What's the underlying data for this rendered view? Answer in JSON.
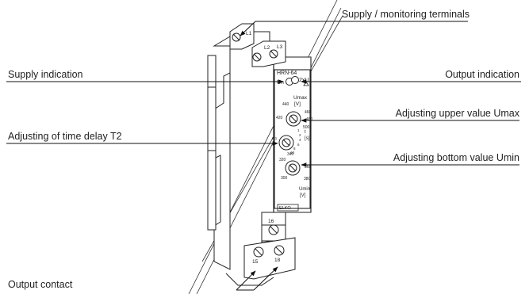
{
  "callouts": {
    "supply_terminals": "Supply / monitoring terminals",
    "supply_indication": "Supply indication",
    "output_indication": "Output indication",
    "upper_value": "Adjusting upper value Umax",
    "time_delay": "Adjusting of time delay T2",
    "bottom_value": "Adjusting bottom value Umin",
    "output_contact": "Output contact"
  },
  "device": {
    "model": "HRN-64",
    "terminals_top": [
      "L1",
      "L2",
      "L3"
    ],
    "terminals_bottom": [
      "16",
      "15",
      "18"
    ],
    "led_un": "Un",
    "led_out_top": "2xU",
    "umax_label": "Umax",
    "umax_unit": "[V]",
    "umax_scale": [
      "440",
      "460",
      "480",
      "500",
      "420"
    ],
    "time_label": "t",
    "time_unit": "[s]",
    "time_scale": [
      "0.1",
      "1",
      "2",
      "4",
      "6",
      "8",
      "10"
    ],
    "umin_label": "Umin",
    "umin_unit": "[V]",
    "umin_scale": [
      "320",
      "340",
      "360",
      "380",
      "300"
    ],
    "brand": "ELKO"
  }
}
